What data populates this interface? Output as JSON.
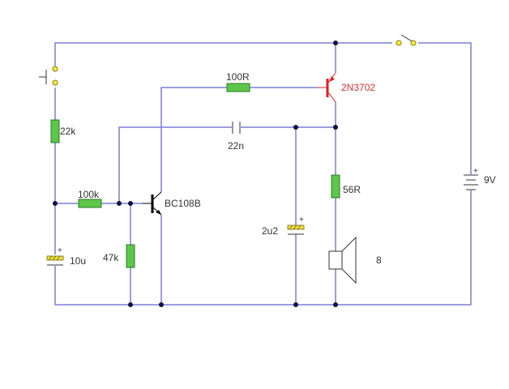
{
  "diagram": {
    "type": "circuit-schematic",
    "components": {
      "r_22k": {
        "label": "22k",
        "kind": "resistor"
      },
      "r_100k": {
        "label": "100k",
        "kind": "resistor"
      },
      "r_47k": {
        "label": "47k",
        "kind": "resistor"
      },
      "r_100R": {
        "label": "100R",
        "kind": "resistor"
      },
      "r_56R": {
        "label": "56R",
        "kind": "resistor"
      },
      "c_22n": {
        "label": "22n",
        "kind": "capacitor"
      },
      "c_10u": {
        "label": "10u",
        "kind": "electrolytic-capacitor",
        "polarity": "+"
      },
      "c_2u2": {
        "label": "2u2",
        "kind": "electrolytic-capacitor",
        "polarity": "+"
      },
      "q_bc108b": {
        "label": "BC108B",
        "kind": "npn-transistor"
      },
      "q_2n3702": {
        "label": "2N3702",
        "kind": "pnp-transistor",
        "color": "#e03030"
      },
      "speaker": {
        "label": "8",
        "kind": "loudspeaker"
      },
      "battery": {
        "label": "9V",
        "kind": "battery",
        "polarity": "+"
      },
      "push_button": {
        "kind": "push-button-switch"
      },
      "power_switch": {
        "kind": "toggle-switch"
      }
    },
    "colors": {
      "wire": "#7a7fd0",
      "resistor": "#5cc74a",
      "capacitor_plate": "#e8e040",
      "switch_pin": "#ffec3a",
      "highlighted_component": "#e03030"
    }
  }
}
